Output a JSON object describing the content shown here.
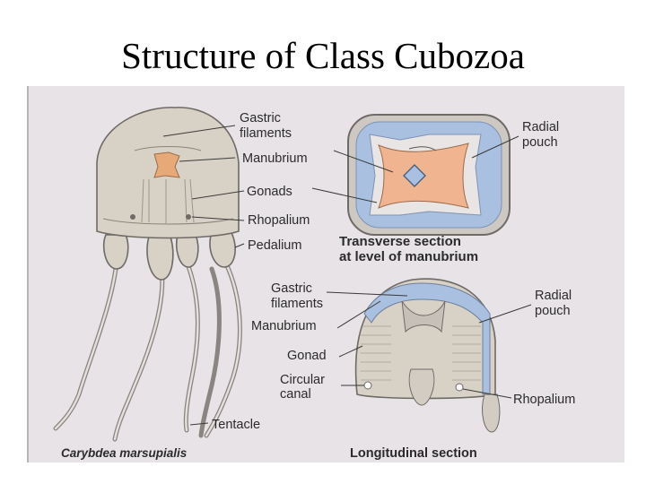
{
  "title": "Structure of Class Cubozoa",
  "labels": {
    "gastric_filaments_left": [
      "Gastric",
      "filaments"
    ],
    "manubrium_left": "Manubrium",
    "gonads": "Gonads",
    "rhopalium_left": "Rhopalium",
    "pedalium": "Pedalium",
    "tentacle": "Tentacle",
    "radial_pouch_top": [
      "Radial",
      "pouch"
    ],
    "transverse_heading": [
      "Transverse section",
      "at level of manubrium"
    ],
    "gastric_filaments_long": [
      "Gastric",
      "filaments"
    ],
    "manubrium_long": "Manubrium",
    "gonad": "Gonad",
    "circular_canal": [
      "Circular",
      "canal"
    ],
    "radial_pouch_bottom": [
      "Radial",
      "pouch"
    ],
    "rhopalium_right": "Rhopalium"
  },
  "captions": {
    "species": "Carybdea marsupialis",
    "longitudinal": "Longitudinal section"
  },
  "colors": {
    "slide_background": "#ffffff",
    "photo_background": "#e7e3e6",
    "manubrium_tissue": "#f0b590",
    "radial_pouch": "#a9c0e0",
    "body": "#d8d2c6"
  }
}
